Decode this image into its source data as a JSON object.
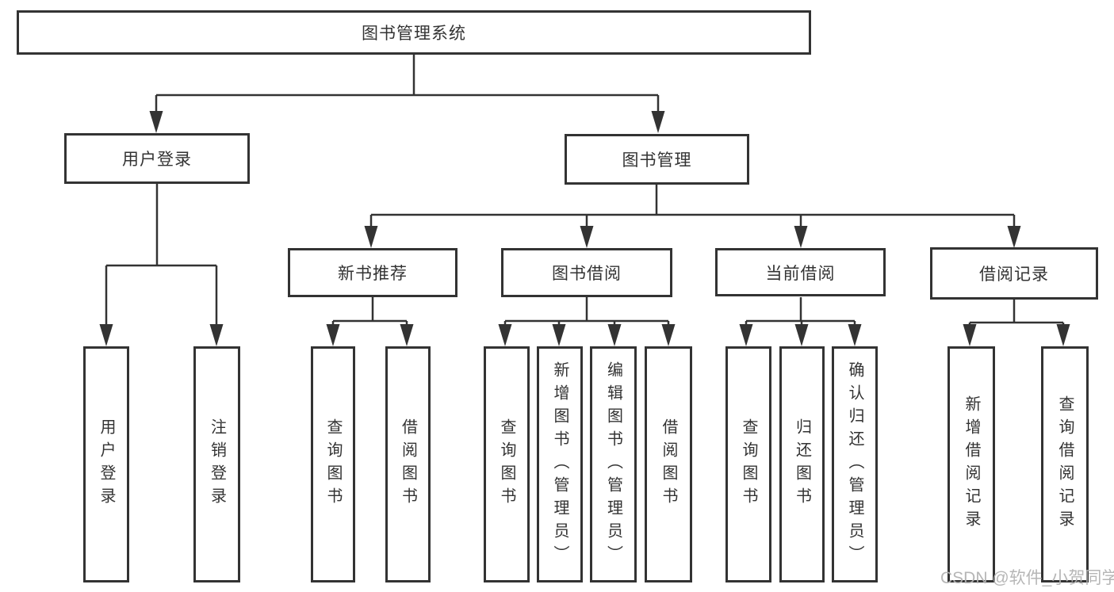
{
  "diagram": {
    "root": {
      "label": "图书管理系统"
    },
    "level2": [
      {
        "label": "用户登录"
      },
      {
        "label": "图书管理"
      }
    ],
    "level3": [
      {
        "label": "新书推荐"
      },
      {
        "label": "图书借阅"
      },
      {
        "label": "当前借阅"
      },
      {
        "label": "借阅记录"
      }
    ],
    "leaves": {
      "user_login": [
        "用户登录",
        "注销登录"
      ],
      "new_books": [
        "查询图书",
        "借阅图书"
      ],
      "book_borrow": [
        "查询图书",
        "新增图书（管理员）",
        "编辑图书（管理员）",
        "借阅图书"
      ],
      "current_borrow": [
        "查询图书",
        "归还图书",
        "确认归还（管理员）"
      ],
      "borrow_records": [
        "新增借阅记录",
        "查询借阅记录"
      ]
    },
    "watermark": "CSDN @软件_小贺同学",
    "colors": {
      "line": "#333333",
      "text": "#333333",
      "watermark": "#b3b3b3",
      "background": "#ffffff"
    }
  }
}
